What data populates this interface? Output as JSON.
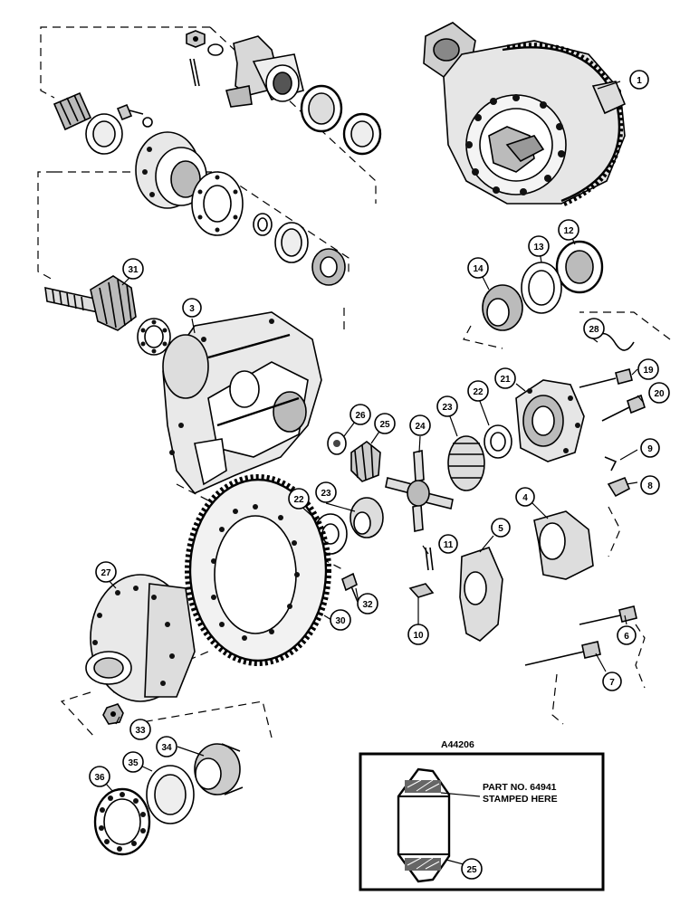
{
  "inset": {
    "ref_code": "A44206",
    "note_line1": "PART NO. 64941",
    "note_line2": "STAMPED HERE",
    "part_callout": "25"
  },
  "callouts": {
    "c1": "1",
    "c3": "3",
    "c4": "4",
    "c5": "5",
    "c6": "6",
    "c7": "7",
    "c8": "8",
    "c9": "9",
    "c10": "10",
    "c11": "11",
    "c12": "12",
    "c13": "13",
    "c14": "14",
    "c19": "19",
    "c20": "20",
    "c21": "21",
    "c22a": "22",
    "c22b": "22",
    "c23a": "23",
    "c23b": "23",
    "c24": "24",
    "c25": "25",
    "c26": "26",
    "c27": "27",
    "c28": "28",
    "c30": "30",
    "c31": "31",
    "c32": "32",
    "c33": "33",
    "c34": "34",
    "c35": "35",
    "c36": "36"
  }
}
